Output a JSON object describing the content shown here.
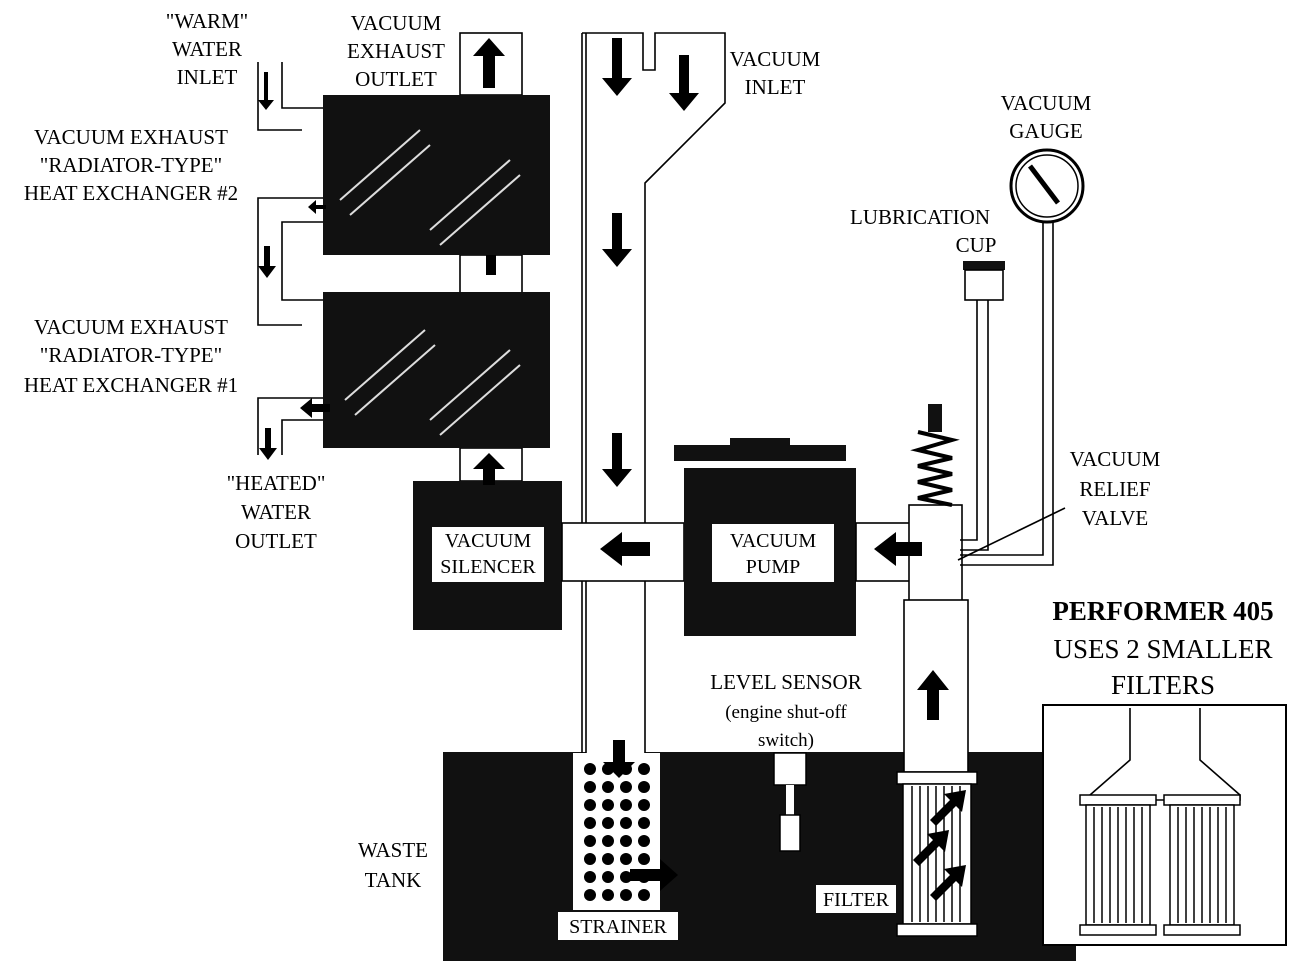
{
  "labels": {
    "warm_inlet": [
      "\"WARM\"",
      "WATER",
      "INLET"
    ],
    "vac_exhaust_outlet": [
      "VACUUM",
      "EXHAUST",
      "OUTLET"
    ],
    "vac_inlet": [
      "VACUUM",
      "INLET"
    ],
    "vac_gauge": [
      "VACUUM",
      "GAUGE"
    ],
    "hx2": [
      "VACUUM EXHAUST",
      "\"RADIATOR-TYPE\"",
      "HEAT EXCHANGER #2"
    ],
    "hx1": [
      "VACUUM EXHAUST",
      "\"RADIATOR-TYPE\"",
      "HEAT EXCHANGER #1"
    ],
    "lub_cup": [
      "LUBRICATION",
      "CUP"
    ],
    "heated_outlet": [
      "\"HEATED\"",
      "WATER",
      "OUTLET"
    ],
    "relief_valve": [
      "VACUUM",
      "RELIEF",
      "VALVE"
    ],
    "silencer": [
      "VACUUM",
      "SILENCER"
    ],
    "pump": [
      "VACUUM",
      "PUMP"
    ],
    "performer_title": "PERFORMER 405",
    "performer_sub": [
      "USES 2 SMALLER",
      "FILTERS"
    ],
    "level_sensor": [
      "LEVEL SENSOR",
      "(engine shut-off",
      "switch)"
    ],
    "waste_tank": [
      "WASTE",
      "TANK"
    ],
    "strainer": "STRAINER",
    "filter": "FILTER"
  }
}
